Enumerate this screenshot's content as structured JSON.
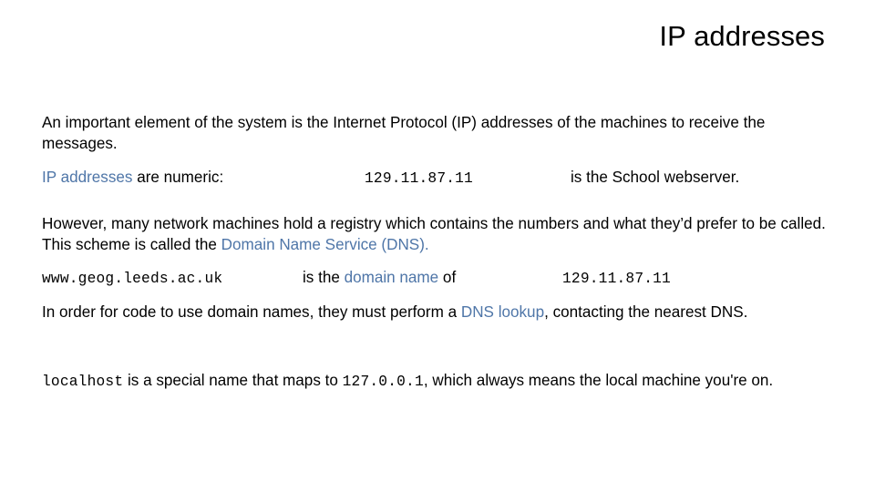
{
  "slide": {
    "title": "IP addresses",
    "background_color": "#ffffff",
    "accent_color": "#4f76a8",
    "text_color": "#000000"
  },
  "content": {
    "intro_paragraph": "An important element of the system is the Internet Protocol (IP) addresses of the machines to receive the messages.",
    "numeric_row": {
      "label_accent": "IP addresses",
      "label_rest": " are numeric:",
      "ip_value": "129.11.87.11",
      "description": "is the School webserver."
    },
    "registry_paragraph": {
      "part1": "However, many network machines hold a registry which contains the numbers and what they’d prefer to be called. This scheme is called the ",
      "accent": "Domain Name Service (DNS)."
    },
    "domain_row": {
      "host": "www.geog.leeds.ac.uk",
      "mid_prefix": "is the ",
      "mid_accent": "domain name",
      "mid_suffix": " of",
      "ip_value": "129.11.87.11"
    },
    "lookup_paragraph": {
      "part1": "In order for code to use domain names, they must perform a ",
      "accent": "DNS lookup",
      "part2": ", contacting the nearest DNS."
    },
    "localhost_paragraph": {
      "mono_name": "localhost",
      "part1": " is a special name that maps to ",
      "mono_ip": "127.0.0.1",
      "part2": ", which always means the local machine you're on."
    }
  }
}
